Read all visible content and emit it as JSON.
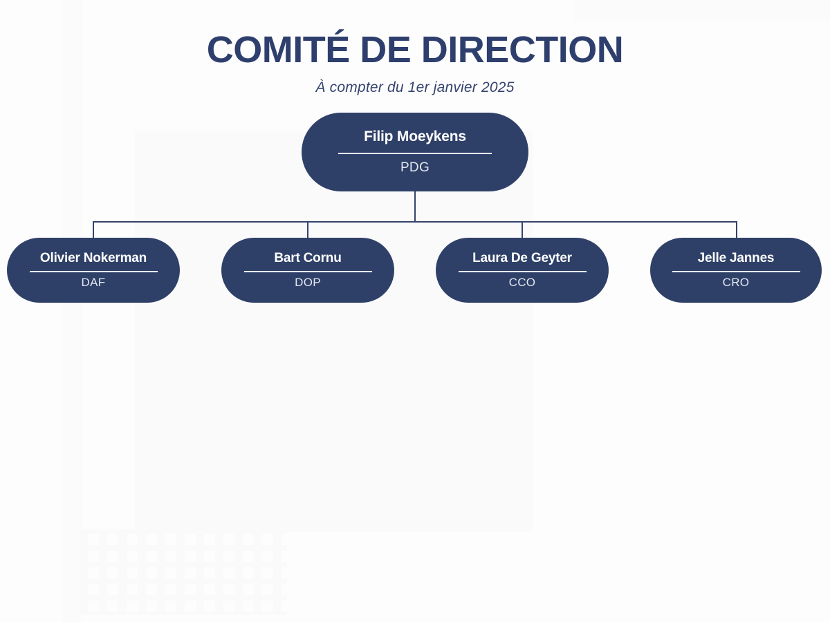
{
  "header": {
    "title": "COMITÉ DE DIRECTION",
    "subtitle": "À compter du 1er janvier 2025"
  },
  "colors": {
    "node_fill": "#2f4068",
    "connector": "#34436e",
    "title": "#2e3f6d",
    "background": "#fdfdfd",
    "divider": "#e9ecf4",
    "role_text": "#e3e7f1"
  },
  "org": {
    "root": {
      "name": "Filip Moeykens",
      "role": "PDG"
    },
    "children": [
      {
        "name": "Olivier Nokerman",
        "role": "DAF"
      },
      {
        "name": "Bart Cornu",
        "role": "DOP"
      },
      {
        "name": "Laura De Geyter",
        "role": "CCO"
      },
      {
        "name": "Jelle Jannes",
        "role": "CRO"
      }
    ]
  }
}
